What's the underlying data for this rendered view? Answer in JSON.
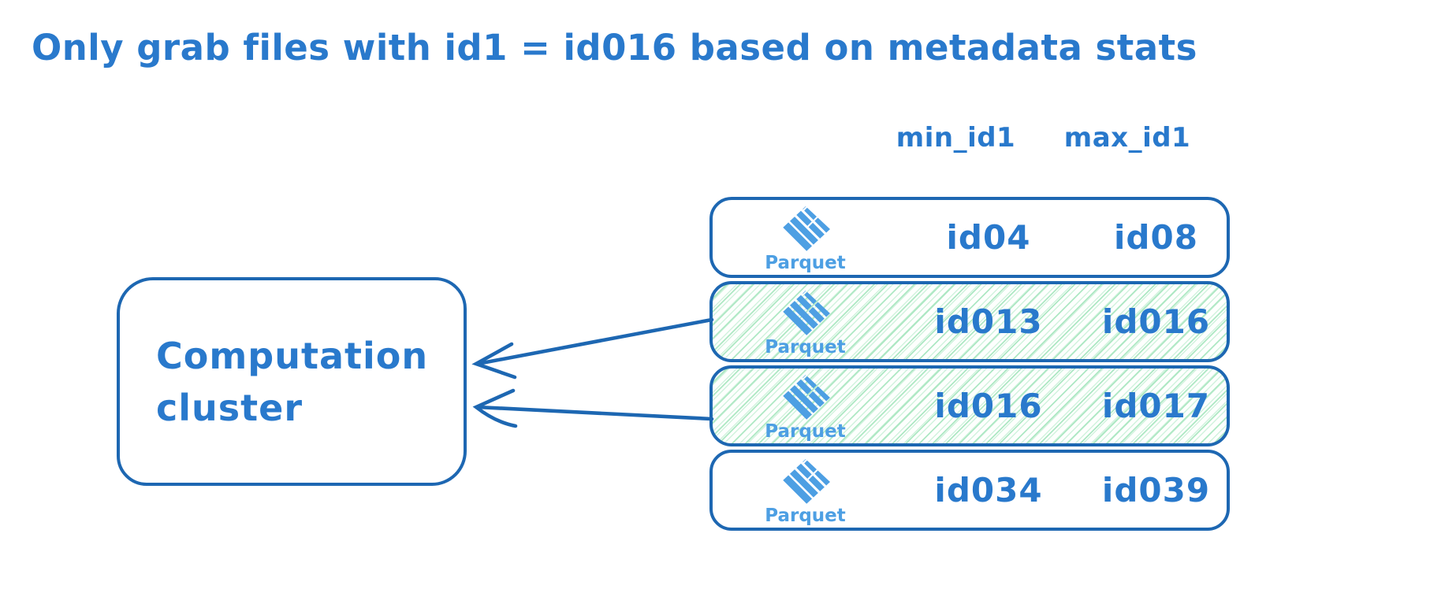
{
  "title": "Only grab files with id1 = id016 based on metadata stats",
  "cluster": {
    "label_line1": "Computation",
    "label_line2": "cluster"
  },
  "table": {
    "column_headers": {
      "min": "min_id1",
      "max": "max_id1"
    },
    "rows": [
      {
        "file_type": "Parquet",
        "min_id1": "id04",
        "max_id1": "id08",
        "highlighted": false
      },
      {
        "file_type": "Parquet",
        "min_id1": "id013",
        "max_id1": "id016",
        "highlighted": true
      },
      {
        "file_type": "Parquet",
        "min_id1": "id016",
        "max_id1": "id017",
        "highlighted": true
      },
      {
        "file_type": "Parquet",
        "min_id1": "id034",
        "max_id1": "id039",
        "highlighted": false
      }
    ]
  },
  "icons": {
    "parquet_logo": "parquet-logo-icon",
    "arrows": "arrow-to-cluster-icon"
  },
  "colors": {
    "ink_blue": "#1d67b2",
    "text_blue": "#2979cc",
    "parquet_blue": "#4d9fe3",
    "highlight_green": "#aee8c4"
  }
}
